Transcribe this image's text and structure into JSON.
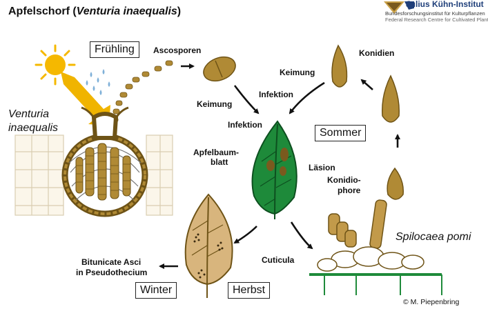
{
  "header": {
    "title_main": "Apfelschorf (",
    "title_italic": "Venturia inaequalis",
    "title_end": ")"
  },
  "logo": {
    "name": "Julius Kühn-Institut",
    "subtitle_de": "Bundesforschungsinstitut für Kulturpflanzen",
    "subtitle_en": "Federal Research Centre for Cultivated Plants"
  },
  "seasons": {
    "spring": "Frühling",
    "summer": "Sommer",
    "autumn": "Herbst",
    "winter": "Winter"
  },
  "labels": {
    "ascospores": "Ascosporen",
    "germination_left": "Keimung",
    "infection_left": "Infektion",
    "germination_right": "Keimung",
    "infection_right": "Infektion",
    "conidia": "Konidien",
    "leaf_line1": "Apfelbaum-",
    "leaf_line2": "blatt",
    "lesion": "Läsion",
    "conidiophore_line1": "Konidio-",
    "conidiophore_line2": "phore",
    "cuticle": "Cuticula",
    "asci_line1": "Bitunicate Asci",
    "asci_line2": "in Pseudothecium"
  },
  "species": {
    "venturia_line1": "Venturia",
    "venturia_line2": "inaequalis",
    "spilocaea": "Spilocaea pomi"
  },
  "credit": "© M. Piepenbring",
  "colors": {
    "fungus": "#b08a35",
    "fungus_dark": "#6e5316",
    "leaf_green": "#1e8a3a",
    "sun": "#f5b800",
    "droplet": "#7fb0d8"
  }
}
